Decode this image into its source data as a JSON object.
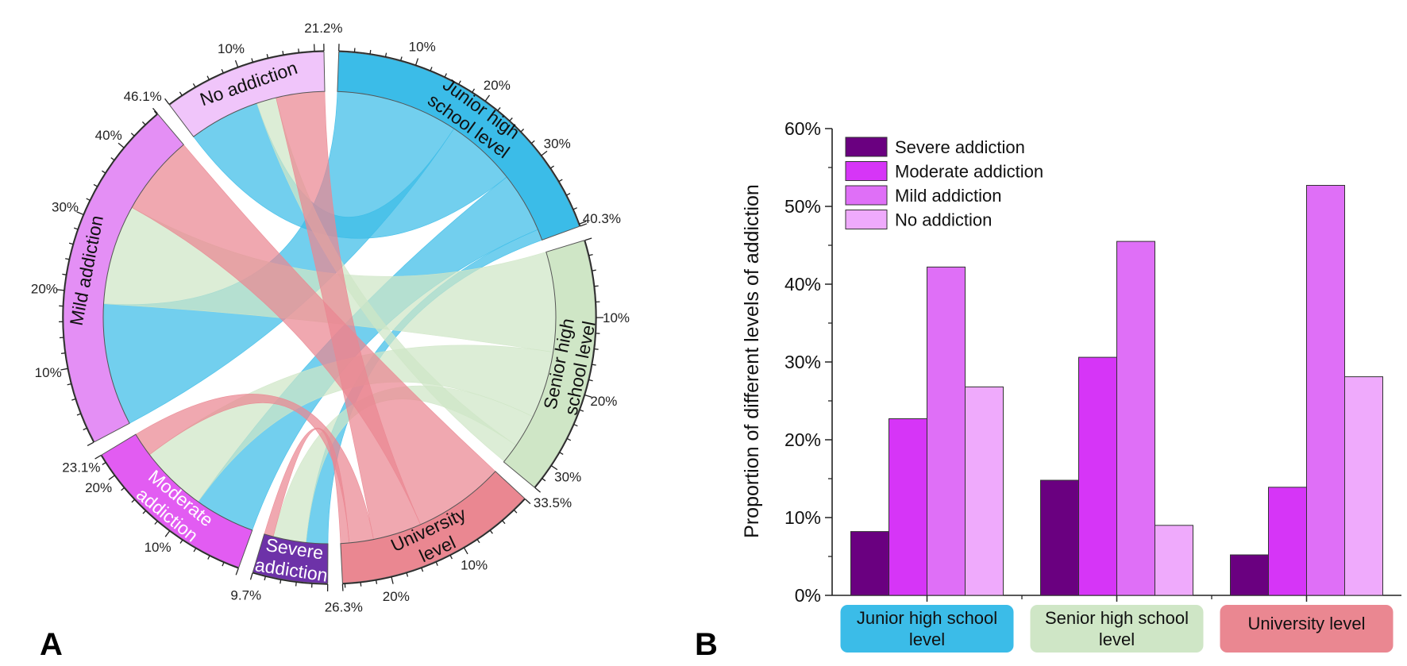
{
  "panels": {
    "a_label": "A",
    "b_label": "B"
  },
  "chart_data": [
    {
      "type": "chord",
      "groups": [
        {
          "id": "junior",
          "label_lines": [
            "Junior high",
            "school level"
          ],
          "total_pct": "40.3%",
          "value": 40.3,
          "color": "#3bbce8",
          "tick_labels": [
            "10%",
            "20%",
            "30%"
          ]
        },
        {
          "id": "senior",
          "label_lines": [
            "Senior high",
            "school level"
          ],
          "total_pct": "33.5%",
          "value": 33.5,
          "color": "#cfe6c6",
          "tick_labels": [
            "10%",
            "20%",
            "30%"
          ]
        },
        {
          "id": "university",
          "label_lines": [
            "University",
            "level"
          ],
          "total_pct": "26.3%",
          "value": 26.3,
          "color": "#ea8791",
          "tick_labels": [
            "10%",
            "20%"
          ]
        },
        {
          "id": "severe",
          "label_lines": [
            "Severe",
            "addiction"
          ],
          "total_pct": "9.7%",
          "value": 9.7,
          "color": "#6d32a8",
          "tick_labels": []
        },
        {
          "id": "moderate",
          "label_lines": [
            "Moderate",
            "addiction"
          ],
          "total_pct": "23.1%",
          "value": 23.1,
          "color": "#e25cf2",
          "tick_labels": [
            "10%",
            "20%"
          ]
        },
        {
          "id": "mild",
          "label_lines": [
            "Mild addiction"
          ],
          "total_pct": "46.1%",
          "value": 46.1,
          "color": "#e48ff5",
          "tick_labels": [
            "10%",
            "20%",
            "30%",
            "40%"
          ]
        },
        {
          "id": "none",
          "label_lines": [
            "No addiction"
          ],
          "total_pct": "21.2%",
          "value": 21.2,
          "color": "#f0c5fa",
          "tick_labels": [
            "10%"
          ]
        }
      ]
    },
    {
      "type": "bar",
      "categories": [
        "Junior high school level",
        "Senior high school level",
        "University level"
      ],
      "category_colors": [
        "#3bbce8",
        "#cfe6c6",
        "#ea8791"
      ],
      "series": [
        {
          "name": "Severe addiction",
          "color": "#6a0080",
          "values": [
            8.2,
            14.8,
            5.2
          ]
        },
        {
          "name": "Moderate addiction",
          "color": "#d635f7",
          "values": [
            22.7,
            30.6,
            13.9
          ]
        },
        {
          "name": "Mild addiction",
          "color": "#df6ff7",
          "values": [
            42.2,
            45.5,
            52.7
          ]
        },
        {
          "name": "No addiction",
          "color": "#efaafc",
          "values": [
            26.8,
            9.0,
            28.1
          ]
        }
      ],
      "ylabel": "Proportion of different levels of addiction",
      "ylim": [
        0,
        60
      ],
      "yticks": [
        "0%",
        "10%",
        "20%",
        "30%",
        "40%",
        "50%",
        "60%"
      ],
      "legend": "top-left"
    }
  ]
}
